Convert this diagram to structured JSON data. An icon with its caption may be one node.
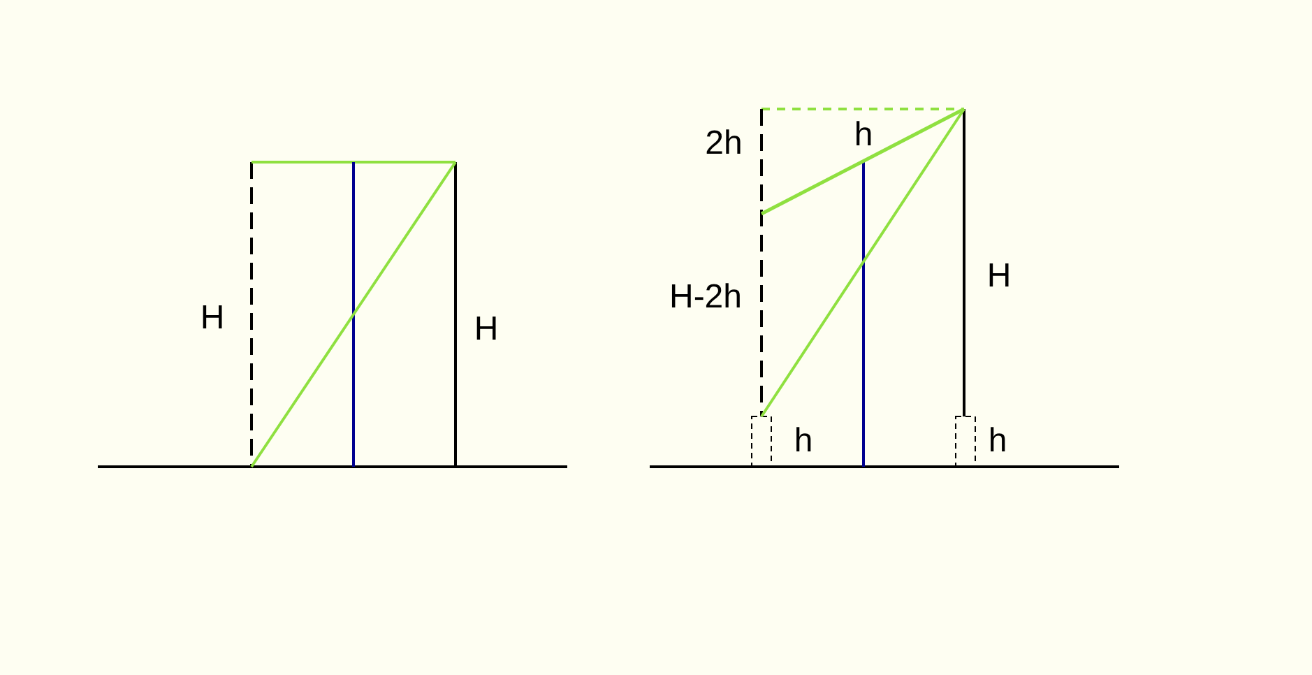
{
  "diagram": {
    "labels": [
      "H",
      "H",
      "2h",
      "h",
      "H-2h",
      "H",
      "h",
      "h"
    ]
  }
}
